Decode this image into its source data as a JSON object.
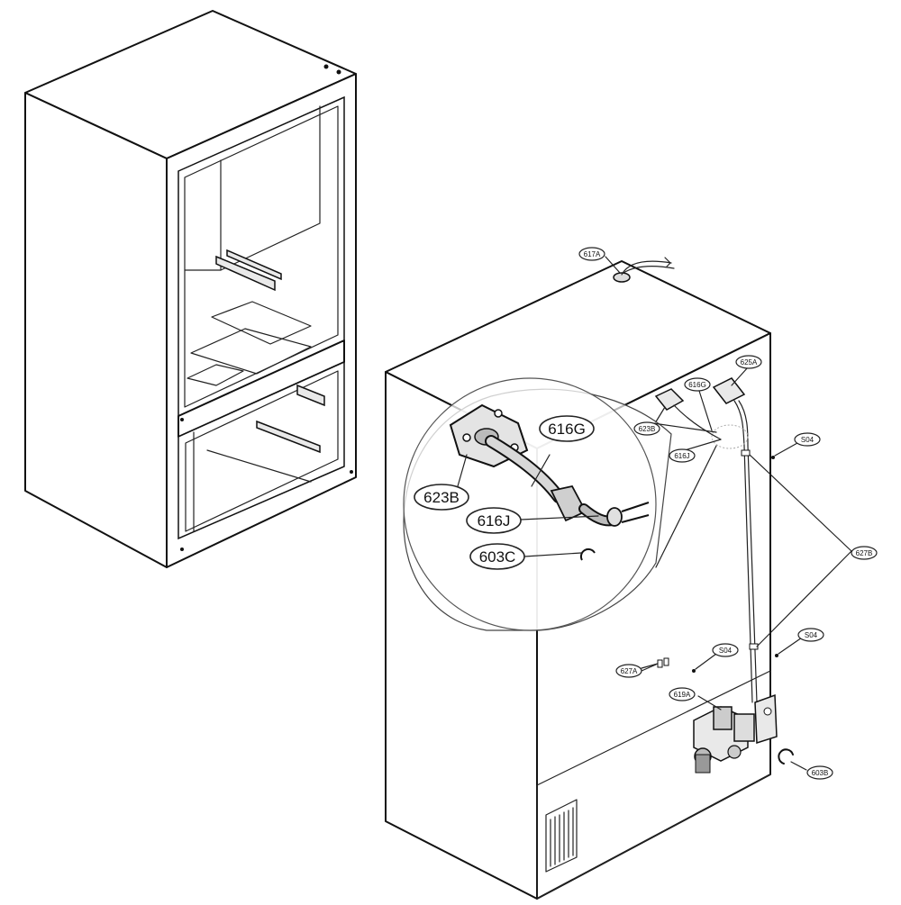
{
  "callouts": [
    {
      "id": "617A",
      "label": "617A"
    },
    {
      "id": "625A",
      "label": "625A"
    },
    {
      "id": "616G",
      "label": "616G"
    },
    {
      "id": "623B",
      "label": "623B"
    },
    {
      "id": "616J",
      "label": "616J"
    },
    {
      "id": "S04_top",
      "label": "S04"
    },
    {
      "id": "627B",
      "label": "627B"
    },
    {
      "id": "S04_mid",
      "label": "S04"
    },
    {
      "id": "S04_low",
      "label": "S04"
    },
    {
      "id": "627A",
      "label": "627A"
    },
    {
      "id": "619A",
      "label": "619A"
    },
    {
      "id": "603B",
      "label": "603B"
    }
  ],
  "detail_callouts": [
    {
      "id": "616G",
      "label": "616G"
    },
    {
      "id": "623B",
      "label": "623B"
    },
    {
      "id": "616J",
      "label": "616J"
    },
    {
      "id": "603C",
      "label": "603C"
    }
  ]
}
